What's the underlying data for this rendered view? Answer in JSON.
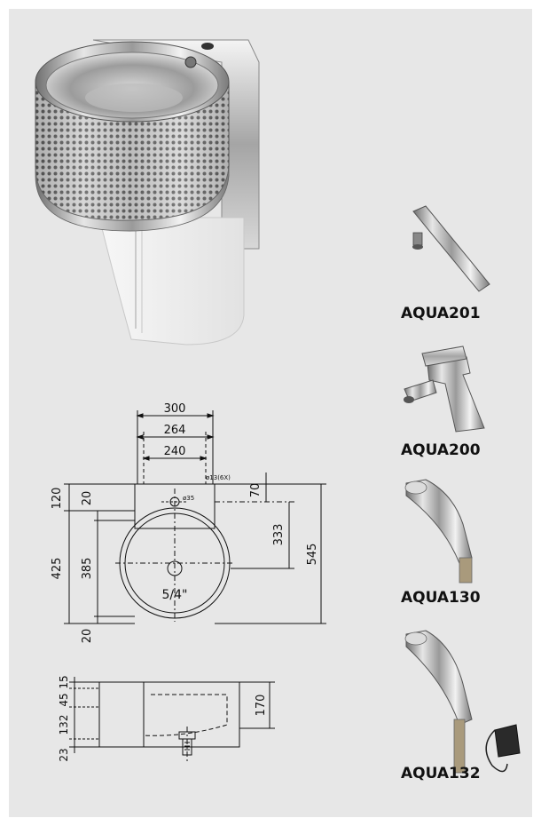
{
  "products": {
    "aqua201": "AQUA201",
    "aqua200": "AQUA200",
    "aqua130": "AQUA130",
    "aqua132": "AQUA132"
  },
  "front_view": {
    "width_outer": "300",
    "width_mid": "264",
    "width_inner": "240",
    "hole_note": "ø13(6X)",
    "tap_hole": "ø35",
    "drain_size": "5/4\"",
    "dim_120": "120",
    "dim_20_top": "20",
    "dim_425": "425",
    "dim_385": "385",
    "dim_20_bottom": "20",
    "dim_70": "70",
    "dim_333": "333",
    "dim_545": "545"
  },
  "side_view": {
    "dim_15": "15",
    "dim_45": "45",
    "dim_132": "132",
    "dim_23": "23",
    "dim_170": "170"
  },
  "colors": {
    "background": "#e7e7e7",
    "steel": "#b8b8b8",
    "line": "#111111"
  }
}
